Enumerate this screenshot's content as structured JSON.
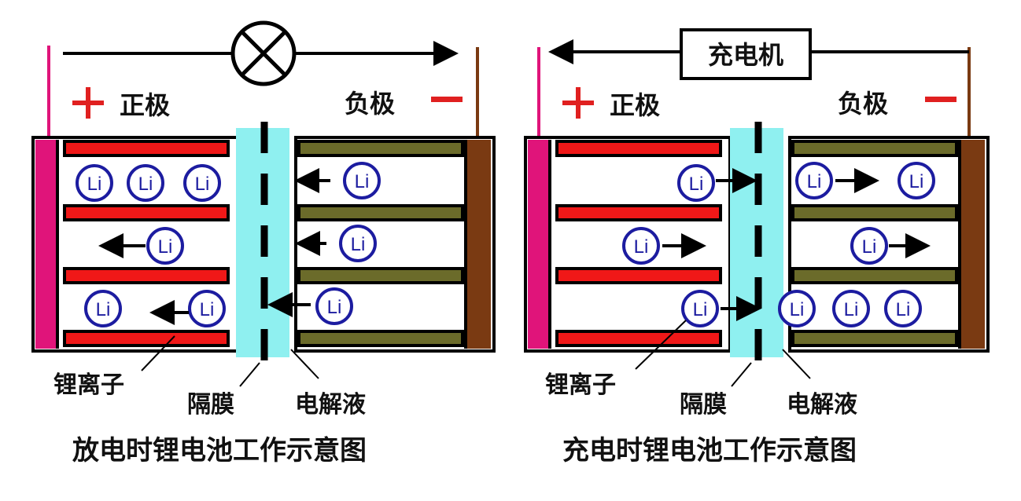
{
  "left": {
    "positive_label": "正极",
    "negative_label": "负极",
    "lithium_ion_label": "锂离子",
    "separator_label": "隔膜",
    "electrolyte_label": "电解液",
    "caption": "放电时锂电池工作示意图",
    "load_icon": "lamp-icon"
  },
  "right": {
    "positive_label": "正极",
    "negative_label": "负极",
    "charger_label": "充电机",
    "lithium_ion_label": "锂离子",
    "separator_label": "隔膜",
    "electrolyte_label": "电解液",
    "caption": "充电时锂电池工作示意图"
  },
  "ion_label": "Li",
  "colors": {
    "positive_collector": "#e0147a",
    "negative_collector": "#7a3a12",
    "cathode": "#f01818",
    "anode": "#6b6b2a",
    "electrolyte": "#8ff0f0",
    "ion": "#1c1ca0",
    "sign": "#e02020"
  }
}
